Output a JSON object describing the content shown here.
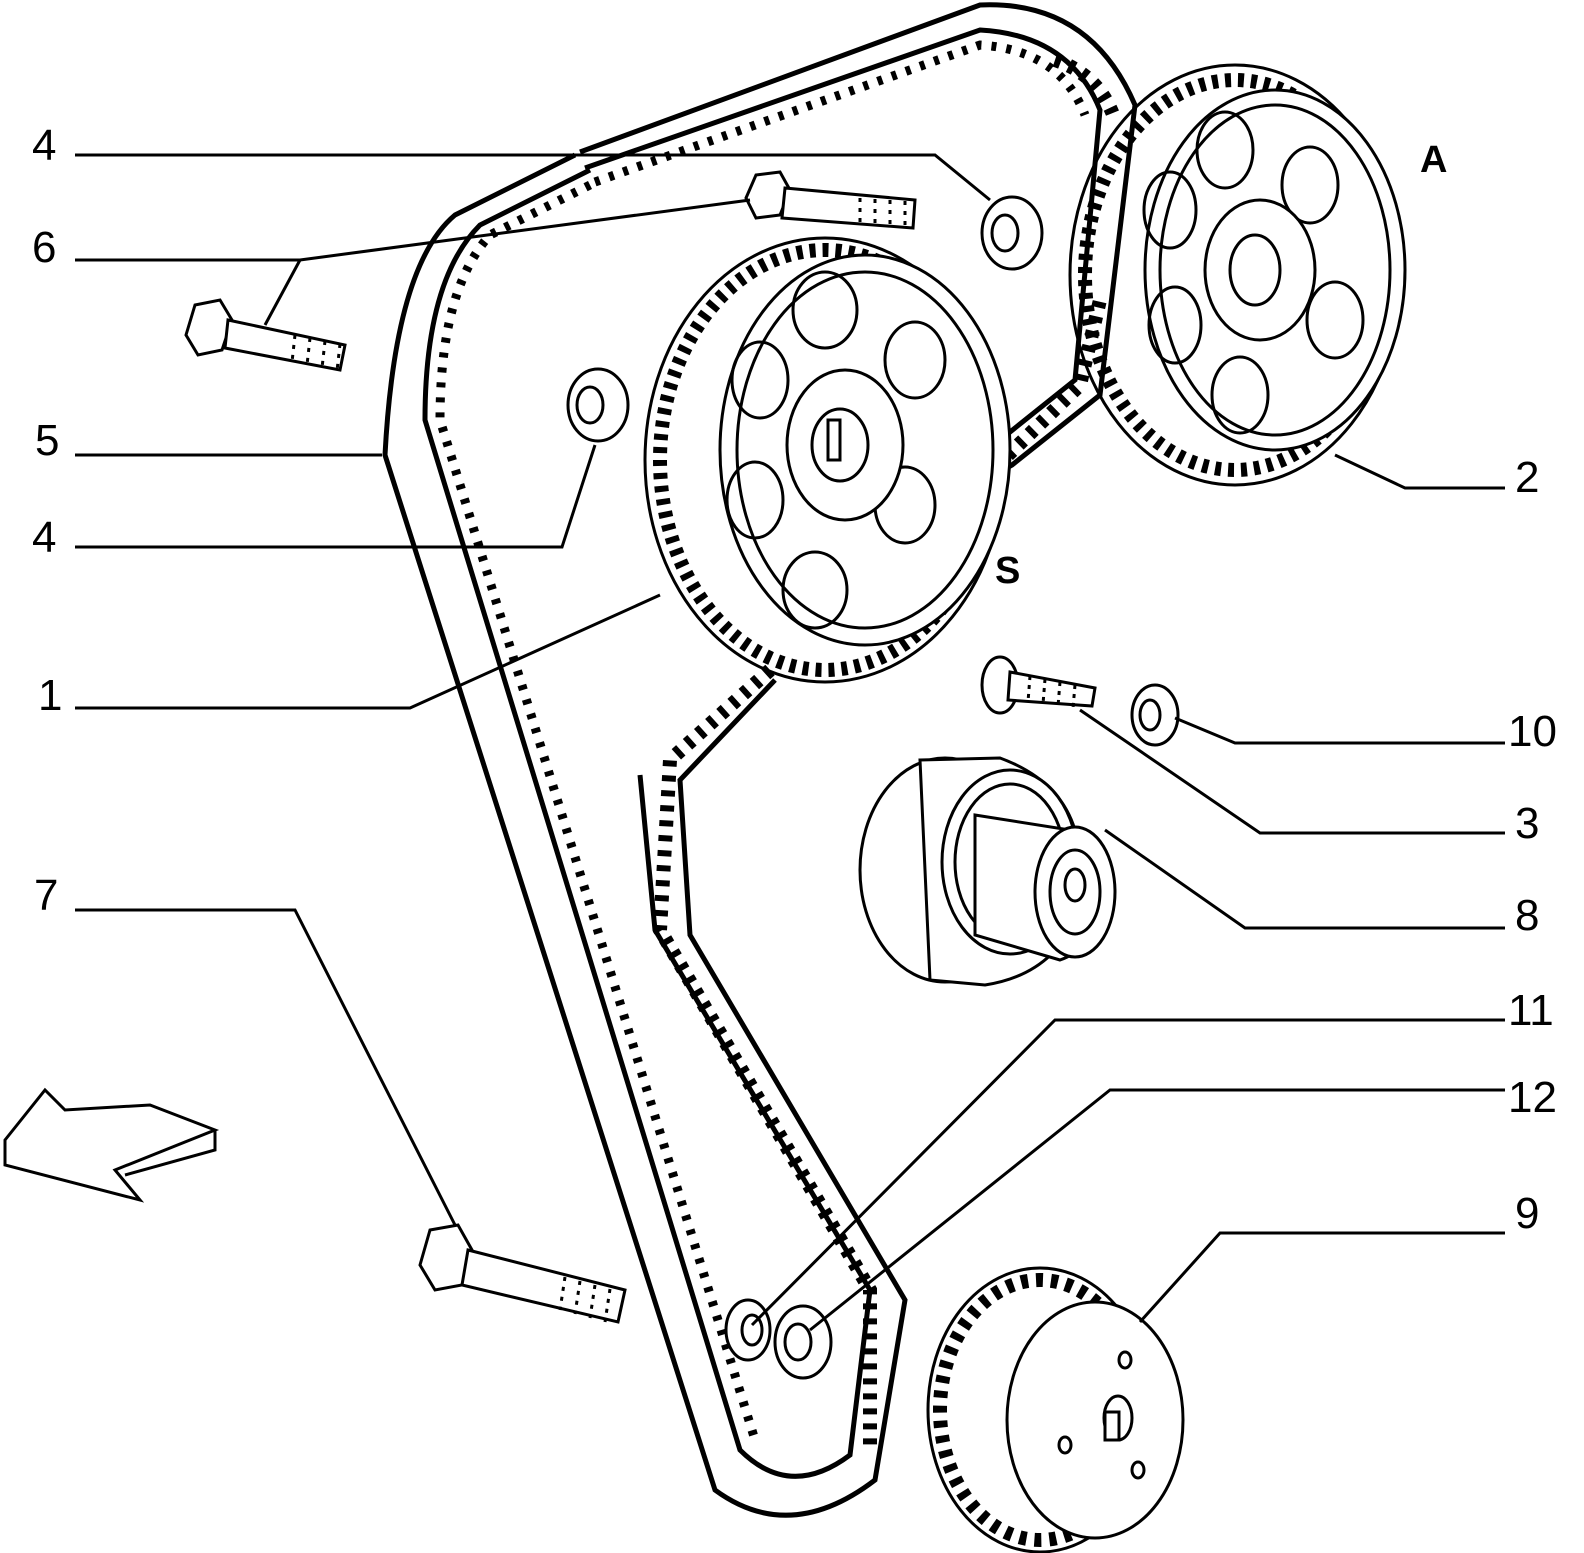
{
  "callouts": [
    {
      "id": "4a",
      "label": "4"
    },
    {
      "id": "6",
      "label": "6"
    },
    {
      "id": "5",
      "label": "5"
    },
    {
      "id": "4b",
      "label": "4"
    },
    {
      "id": "1",
      "label": "1"
    },
    {
      "id": "7",
      "label": "7"
    },
    {
      "id": "2",
      "label": "2"
    },
    {
      "id": "10",
      "label": "10"
    },
    {
      "id": "3",
      "label": "3"
    },
    {
      "id": "8",
      "label": "8"
    },
    {
      "id": "11",
      "label": "11"
    },
    {
      "id": "12",
      "label": "12"
    },
    {
      "id": "9",
      "label": "9"
    }
  ],
  "markers": {
    "intake": "A",
    "exhaust": "S"
  }
}
